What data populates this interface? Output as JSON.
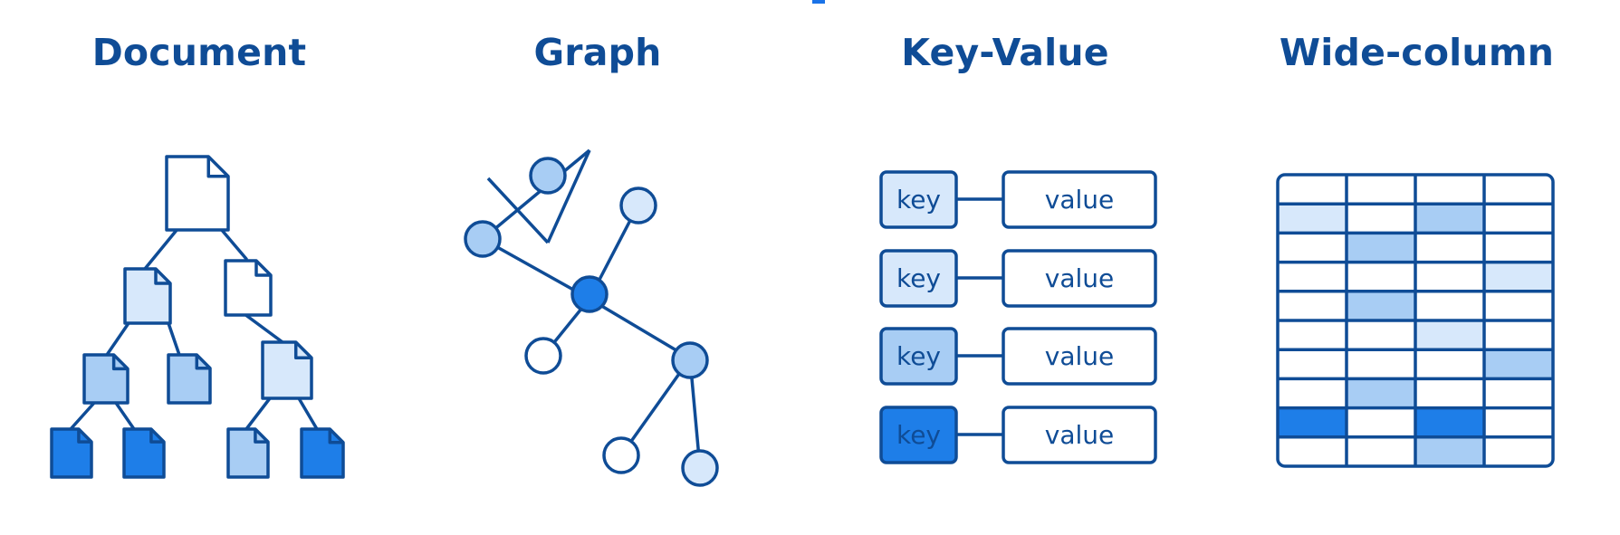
{
  "colors": {
    "stroke": "#0f4c96",
    "fill_white": "#ffffff",
    "fill_light": "#d7e8fb",
    "fill_mid": "#a8cdf4",
    "fill_strong": "#1e7ee8"
  },
  "panels": {
    "document": {
      "title": "Document"
    },
    "graph": {
      "title": "Graph"
    },
    "key_value": {
      "title": "Key-Value",
      "rows": [
        {
          "key": "key",
          "value": "value",
          "shade": "fill_light"
        },
        {
          "key": "key",
          "value": "value",
          "shade": "fill_light"
        },
        {
          "key": "key",
          "value": "value",
          "shade": "fill_mid"
        },
        {
          "key": "key",
          "value": "value",
          "shade": "fill_strong"
        }
      ]
    },
    "wide_column": {
      "title": "Wide-column"
    }
  }
}
